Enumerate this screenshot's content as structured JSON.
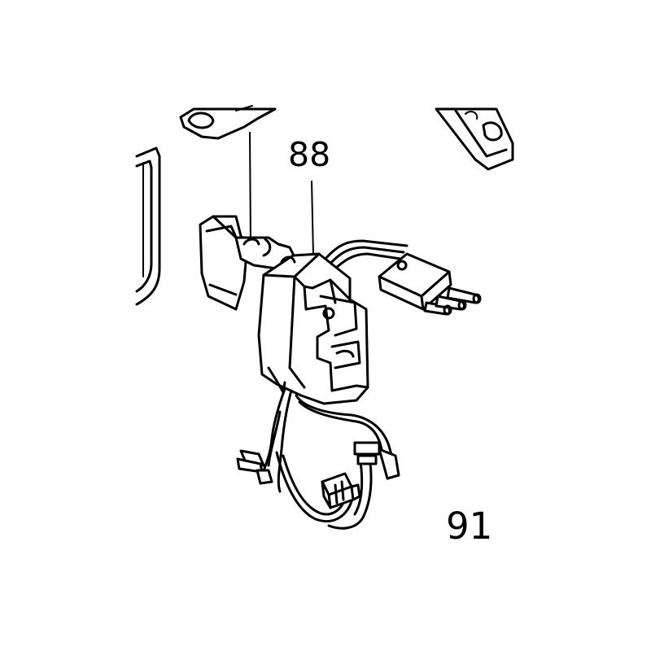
{
  "parts": [
    {
      "number": "88",
      "name": "switch"
    },
    {
      "number": "91",
      "name": "lead-wire-assembly"
    }
  ]
}
